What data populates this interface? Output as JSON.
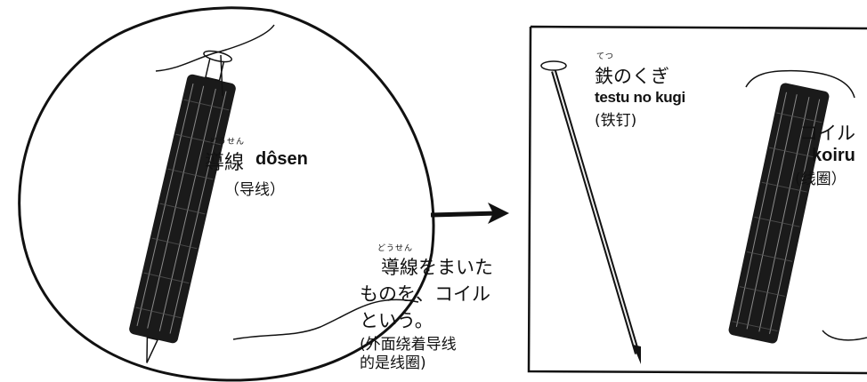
{
  "left_panel": {
    "doosen_ruby": "どうせん",
    "doosen_jp": "導線",
    "doosen_romaji": "dôsen",
    "doosen_cn": "（导线）",
    "caption_ruby": "どうせん",
    "caption_line1": "導線をまいた",
    "caption_line2": "ものを、コイル",
    "caption_line3": "という。",
    "caption_cn_line1": "(外面绕着导线",
    "caption_cn_line2": "的是线圈)"
  },
  "right_panel": {
    "nail_ruby": "てつ",
    "nail_jp": "鉄のくぎ",
    "nail_romaji": "testu no kugi",
    "nail_cn": "(铁钉)",
    "coil_jp": "コイル",
    "coil_romaji": "koiru",
    "coil_cn": "(线圈）"
  },
  "colors": {
    "ink": "#111111",
    "coil_body": "#1a1a1a",
    "coil_wire": "#8a8a8a",
    "paper": "#ffffff"
  }
}
